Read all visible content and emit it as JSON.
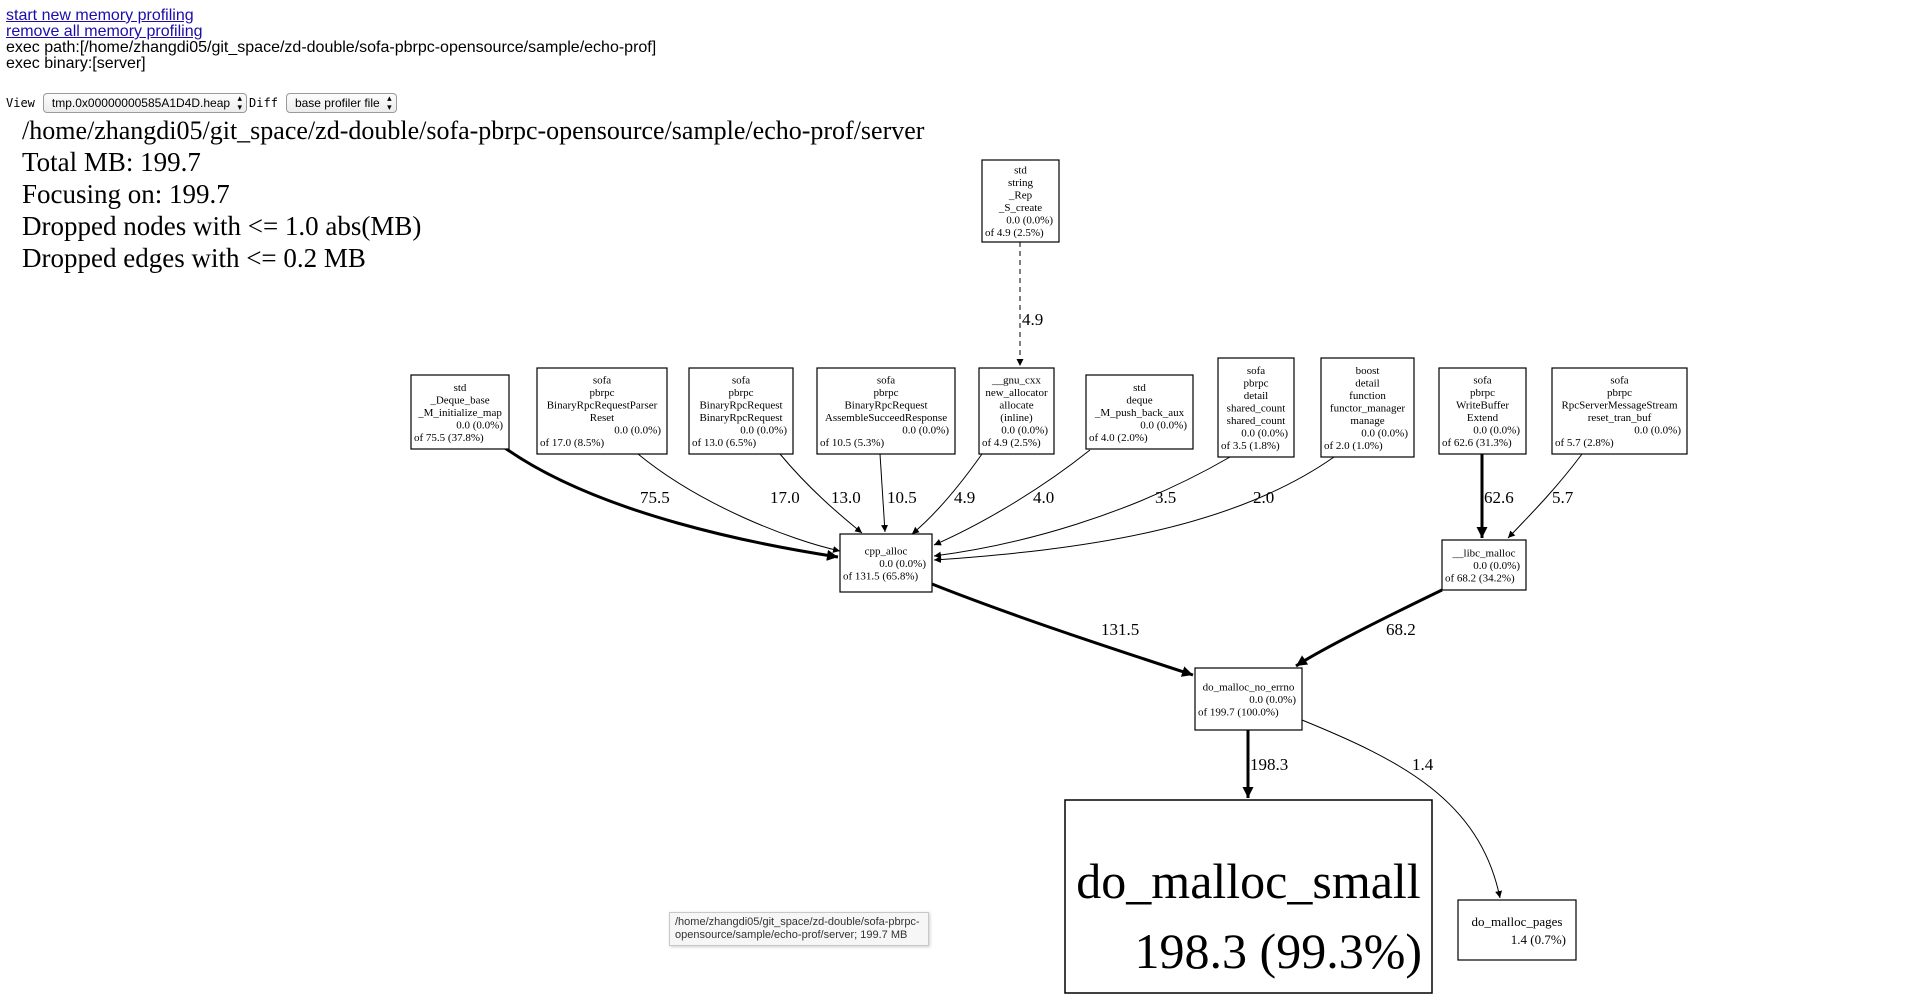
{
  "links": {
    "start": "start new memory profiling",
    "remove": "remove all memory profiling"
  },
  "exec_path": "exec path:[/home/zhangdi05/git_space/zd-double/sofa-pbrpc-opensource/sample/echo-prof]",
  "exec_binary": "exec binary:[server]",
  "controls": {
    "view_label": "View",
    "view_value": "tmp.0x00000000585A1D4D.heap",
    "diff_label": "Diff",
    "diff_value": "base profiler file"
  },
  "header": [
    "/home/zhangdi05/git_space/zd-double/sofa-pbrpc-opensource/sample/echo-prof/server",
    "Total MB: 199.7",
    "Focusing on: 199.7",
    "Dropped nodes with <= 1.0 abs(MB)",
    "Dropped edges with <= 0.2 MB"
  ],
  "nodes": [
    {
      "id": "string_create",
      "lines": [
        "std",
        "string",
        "_Rep",
        "_S_create"
      ],
      "stat1": "0.0 (0.0%)",
      "stat2": "of 4.9 (2.5%)"
    },
    {
      "id": "deque_init",
      "lines": [
        "std",
        "_Deque_base",
        "_M_initialize_map"
      ],
      "stat1": "0.0 (0.0%)",
      "stat2": "of 75.5 (37.8%)"
    },
    {
      "id": "parser_reset",
      "lines": [
        "sofa",
        "pbrpc",
        "BinaryRpcRequestParser",
        "Reset"
      ],
      "stat1": "0.0 (0.0%)",
      "stat2": "of 17.0 (8.5%)"
    },
    {
      "id": "request_ctor",
      "lines": [
        "sofa",
        "pbrpc",
        "BinaryRpcRequest",
        "BinaryRpcRequest"
      ],
      "stat1": "0.0 (0.0%)",
      "stat2": "of 13.0 (6.5%)"
    },
    {
      "id": "assemble",
      "lines": [
        "sofa",
        "pbrpc",
        "BinaryRpcRequest",
        "AssembleSucceedResponse"
      ],
      "stat1": "0.0 (0.0%)",
      "stat2": "of 10.5 (5.3%)"
    },
    {
      "id": "gnu_alloc",
      "lines": [
        "__gnu_cxx",
        "new_allocator",
        "allocate",
        "(inline)"
      ],
      "stat1": "0.0 (0.0%)",
      "stat2": "of 4.9 (2.5%)"
    },
    {
      "id": "deque_push",
      "lines": [
        "std",
        "deque",
        "_M_push_back_aux"
      ],
      "stat1": "0.0 (0.0%)",
      "stat2": "of 4.0 (2.0%)"
    },
    {
      "id": "shared_count",
      "lines": [
        "sofa",
        "pbrpc",
        "detail",
        "shared_count",
        "shared_count"
      ],
      "stat1": "0.0 (0.0%)",
      "stat2": "of 3.5 (1.8%)"
    },
    {
      "id": "boost_fm",
      "lines": [
        "boost",
        "detail",
        "function",
        "functor_manager",
        "manage"
      ],
      "stat1": "0.0 (0.0%)",
      "stat2": "of 2.0 (1.0%)"
    },
    {
      "id": "wb_extend",
      "lines": [
        "sofa",
        "pbrpc",
        "WriteBuffer",
        "Extend"
      ],
      "stat1": "0.0 (0.0%)",
      "stat2": "of 62.6 (31.3%)"
    },
    {
      "id": "reset_tran",
      "lines": [
        "sofa",
        "pbrpc",
        "RpcServerMessageStream",
        "reset_tran_buf"
      ],
      "stat1": "0.0 (0.0%)",
      "stat2": "of 5.7 (2.8%)"
    },
    {
      "id": "cpp_alloc",
      "lines": [
        "cpp_alloc"
      ],
      "stat1": "0.0 (0.0%)",
      "stat2": "of 131.5 (65.8%)"
    },
    {
      "id": "libc_malloc",
      "lines": [
        "__libc_malloc"
      ],
      "stat1": "0.0 (0.0%)",
      "stat2": "of 68.2 (34.2%)"
    },
    {
      "id": "no_errno",
      "lines": [
        "do_malloc_no_errno"
      ],
      "stat1": "0.0 (0.0%)",
      "stat2": "of 199.7 (100.0%)"
    },
    {
      "id": "malloc_small",
      "lines": [
        "do_malloc_small"
      ],
      "stat1": "198.3 (99.3%)",
      "stat2": ""
    },
    {
      "id": "malloc_pages",
      "lines": [
        "do_malloc_pages"
      ],
      "stat1": "1.4 (0.7%)",
      "stat2": ""
    }
  ],
  "edges": [
    {
      "from": "string_create",
      "to": "gnu_alloc",
      "label": "4.9",
      "style": "dashed"
    },
    {
      "from": "deque_init",
      "to": "cpp_alloc",
      "label": "75.5"
    },
    {
      "from": "parser_reset",
      "to": "cpp_alloc",
      "label": "17.0"
    },
    {
      "from": "request_ctor",
      "to": "cpp_alloc",
      "label": "13.0"
    },
    {
      "from": "assemble",
      "to": "cpp_alloc",
      "label": "10.5"
    },
    {
      "from": "gnu_alloc",
      "to": "cpp_alloc",
      "label": "4.9"
    },
    {
      "from": "deque_push",
      "to": "cpp_alloc",
      "label": "4.0"
    },
    {
      "from": "shared_count",
      "to": "cpp_alloc",
      "label": "3.5"
    },
    {
      "from": "boost_fm",
      "to": "cpp_alloc",
      "label": "2.0"
    },
    {
      "from": "wb_extend",
      "to": "libc_malloc",
      "label": "62.6"
    },
    {
      "from": "reset_tran",
      "to": "libc_malloc",
      "label": "5.7"
    },
    {
      "from": "cpp_alloc",
      "to": "no_errno",
      "label": "131.5"
    },
    {
      "from": "libc_malloc",
      "to": "no_errno",
      "label": "68.2"
    },
    {
      "from": "no_errno",
      "to": "malloc_small",
      "label": "198.3"
    },
    {
      "from": "no_errno",
      "to": "malloc_pages",
      "label": "1.4"
    }
  ],
  "tooltip": "/home/zhangdi05/git_space/zd-double/sofa-pbrpc-opensource/sample/echo-prof/server; 199.7 MB"
}
